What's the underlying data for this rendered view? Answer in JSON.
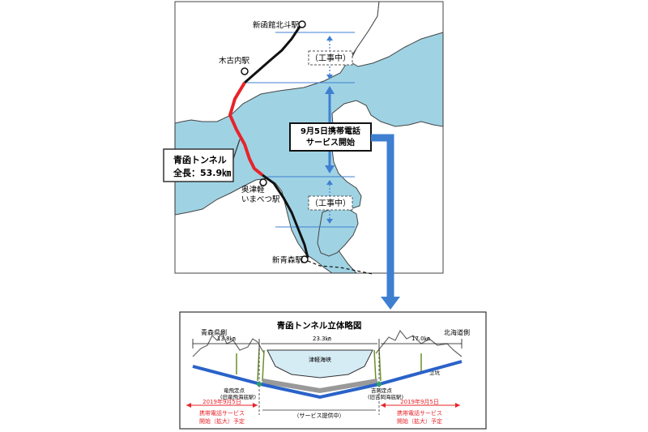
{
  "map": {
    "stations": {
      "shin_hakodate": "新函館北斗駅",
      "kikonai": "木古内駅",
      "okutsugaru_1": "奥津軽",
      "okutsugaru_2": "いまべつ駅",
      "shin_aomori": "新青森駅"
    },
    "tunnel_label": {
      "line1": "青函トンネル",
      "line2": "全長：53.9㎞"
    },
    "service_box": {
      "line1": "9月5日携帯電話",
      "line2": "サービス開始"
    },
    "construction_top": "（工事中）",
    "construction_bottom": "（工事中）"
  },
  "section": {
    "title": "青函トンネル立体略図",
    "aomori_side": "青森県側",
    "hokkaido_side": "北海道側",
    "left_len": "13.8㎞",
    "center_len": "23.3㎞",
    "right_len": "17.0㎞",
    "strait": "津軽海峡",
    "shaft": "立坑",
    "left_station_1": "竜飛定点",
    "left_station_2": "(旧竜飛海底駅)",
    "right_station_1": "吉岡定点",
    "right_station_2": "(旧吉岡海底駅)",
    "left_plan": {
      "line1": "2019年9月5日",
      "line2": "携帯電話サービス",
      "line3": "開始（拡大）予定"
    },
    "right_plan": {
      "line1": "2019年9月5日",
      "line2": "携帯電話サービス",
      "line3": "開始（拡大）予定"
    },
    "center_service": "（サービス提供中）"
  },
  "colors": {
    "sea": "#9fd3e4",
    "land": "#ffffff",
    "tunnel": "#e8232a",
    "rail": "#111111",
    "arrow": "#3f7fd1",
    "plan_red": "#e8232a"
  }
}
